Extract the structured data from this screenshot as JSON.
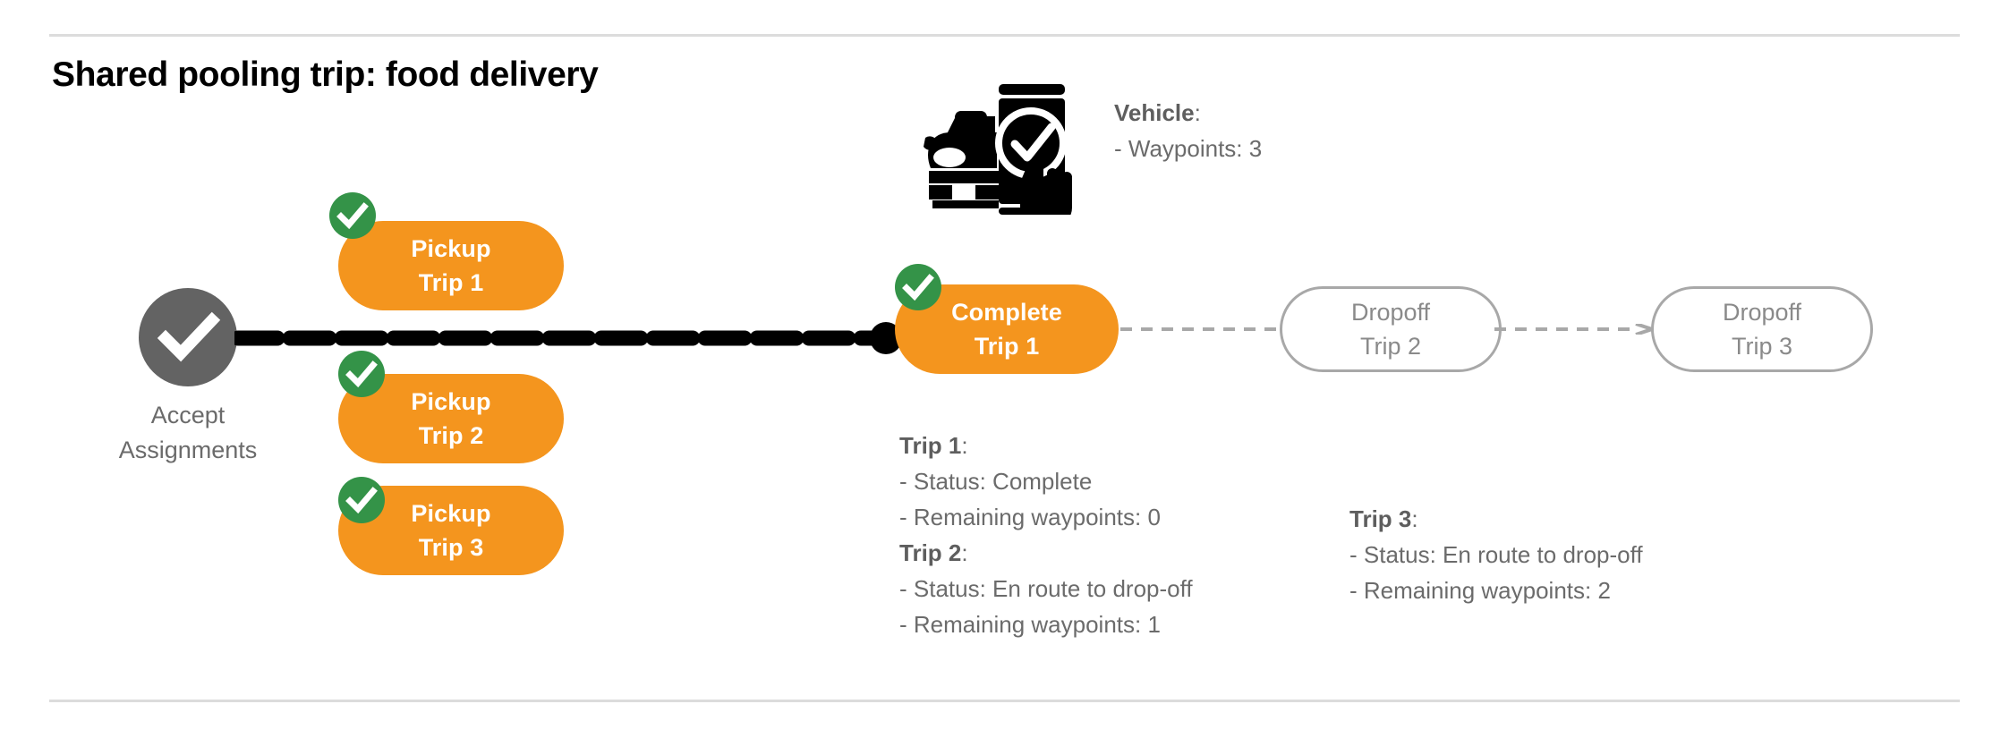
{
  "slide": {
    "title": "Shared pooling trip: food delivery"
  },
  "colors": {
    "orange": "#F4951E",
    "green": "#349348",
    "gray_node": "#636363",
    "ghost_border": "#a8a8a8",
    "ghost_text": "#8a8a8a",
    "text_gray": "#6b6b6b",
    "rule": "#dcdcdc",
    "connector_black": "#000000"
  },
  "flow": {
    "start_node": {
      "icon": "check-circle-icon",
      "label_line1": "Accept",
      "label_line2": "Assignments"
    },
    "pickups": [
      {
        "line1": "Pickup",
        "line2": "Trip 1",
        "completed": true
      },
      {
        "line1": "Pickup",
        "line2": "Trip 2",
        "completed": true
      },
      {
        "line1": "Pickup",
        "line2": "Trip 3",
        "completed": true
      }
    ],
    "complete_node": {
      "line1": "Complete",
      "line2": "Trip 1",
      "completed": true
    },
    "dropoffs": [
      {
        "line1": "Dropoff",
        "line2": "Trip 2",
        "completed": false
      },
      {
        "line1": "Dropoff",
        "line2": "Trip 3",
        "completed": false
      }
    ]
  },
  "vehicle": {
    "icon": "car-phone-check-icon",
    "heading": "Vehicle",
    "heading_suffix": ":",
    "waypoints_line": "- Waypoints: 3"
  },
  "trips": [
    {
      "heading": "Trip 1",
      "heading_suffix": ":",
      "status_line": "- Status:  Complete",
      "waypoints_line": "- Remaining waypoints: 0"
    },
    {
      "heading": "Trip 2",
      "heading_suffix": ":",
      "status_line": "- Status:  En route to drop-off",
      "waypoints_line": "- Remaining waypoints: 1"
    },
    {
      "heading": "Trip 3",
      "heading_suffix": ":",
      "status_line": "- Status:  En route to drop-off",
      "waypoints_line": "- Remaining waypoints: 2"
    }
  ]
}
